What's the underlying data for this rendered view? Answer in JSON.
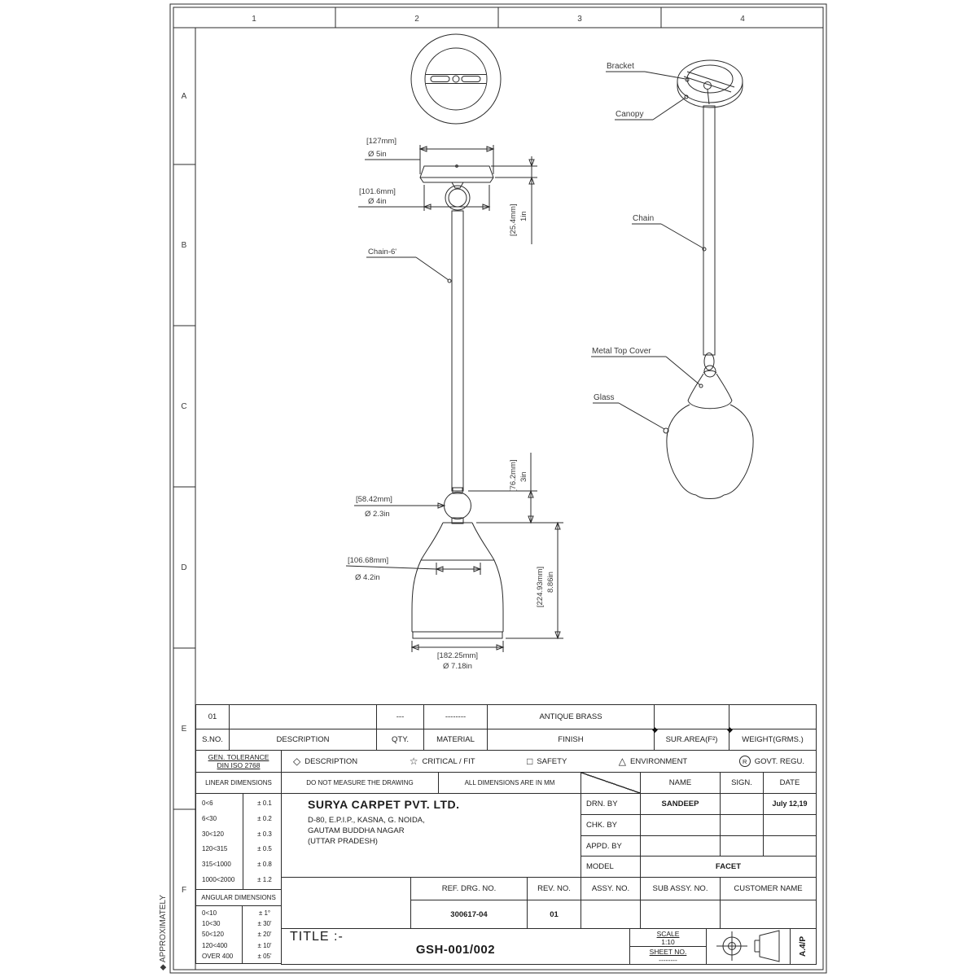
{
  "sheet": {
    "zone_numbers": [
      "1",
      "2",
      "3",
      "4"
    ],
    "zone_letters": [
      "A",
      "B",
      "C",
      "D",
      "E",
      "F"
    ],
    "approx_note": "◆ APPROXIMATELY"
  },
  "views": {
    "front": {
      "dim_canopy_top": {
        "mm": "[127mm]",
        "inch": "Ø 5in"
      },
      "dim_canopy_bottom": {
        "mm": "[101.6mm]",
        "inch": "Ø 4in"
      },
      "dim_canopy_height": {
        "mm": "[25.4mm]",
        "inch": "1in"
      },
      "chain_label": "Chain-6'",
      "dim_ball": {
        "mm": "[58.42mm]",
        "inch": "Ø 2.3in"
      },
      "dim_cover_height": {
        "mm": "[76.2mm]",
        "inch": "3in"
      },
      "dim_joint": {
        "mm": "[106.68mm]",
        "inch": "Ø 4.2in"
      },
      "dim_shade_height": {
        "mm": "[224.93mm]",
        "inch": "8.86in"
      },
      "dim_shade_bottom": {
        "mm": "[182.25mm]",
        "inch": "Ø 7.18in"
      }
    },
    "iso": {
      "bracket": "Bracket",
      "canopy": "Canopy",
      "chain": "Chain",
      "metal_top_cover": "Metal Top Cover",
      "glass": "Glass"
    }
  },
  "parts_table": {
    "headers": {
      "sno": "S.NO.",
      "description": "DESCRIPTION",
      "qty": "QTY.",
      "material": "MATERIAL",
      "finish": "FINISH",
      "sur_area": "SUR.AREA(F²)",
      "weight": "WEIGHT(GRMS.)"
    },
    "marker": "◆",
    "row": {
      "sno": "01",
      "description": "",
      "qty": "---",
      "material": "--------",
      "finish": "ANTIQUE BRASS",
      "sur_area": "",
      "weight": ""
    }
  },
  "tolerance_block": {
    "gen_line1": "GEN. TOLERANCE",
    "gen_line2": "DIN ISO 2768",
    "icons": {
      "description": "◇",
      "critical": "☆",
      "safety": "□",
      "environment": "△"
    },
    "legend": {
      "description": "DESCRIPTION",
      "critical": "CRITICAL / FIT",
      "safety": "SAFETY",
      "environment": "ENVIRONMENT",
      "govt": "GOVT. REGU.",
      "govt_icon": "R"
    },
    "linear_title": "LINEAR DIMENSIONS",
    "no_measure": "DO NOT MEASURE THE DRAWING",
    "all_mm": "ALL DIMENSIONS ARE IN MM",
    "linear": [
      {
        "range": "0<6",
        "tol": "± 0.1"
      },
      {
        "range": "6<30",
        "tol": "± 0.2"
      },
      {
        "range": "30<120",
        "tol": "± 0.3"
      },
      {
        "range": "120<315",
        "tol": "± 0.5"
      },
      {
        "range": "315<1000",
        "tol": "± 0.8"
      },
      {
        "range": "1000<2000",
        "tol": "± 1.2"
      }
    ],
    "angular_title": "ANGULAR DIMENSIONS",
    "angular": [
      {
        "range": "0<10",
        "tol": "± 1°"
      },
      {
        "range": "10<30",
        "tol": "± 30'"
      },
      {
        "range": "50<120",
        "tol": "± 20'"
      },
      {
        "range": "120<400",
        "tol": "± 10'"
      },
      {
        "range": "OVER 400",
        "tol": "± 05'"
      }
    ]
  },
  "company": {
    "name": "SURYA CARPET PVT. LTD.",
    "address1": "D-80, E.P.I.P., KASNA, G. NOIDA,",
    "address2": "GAUTAM BUDDHA NAGAR",
    "address3": "(UTTAR PRADESH)"
  },
  "personnel": {
    "name_header": "NAME",
    "sign_header": "SIGN.",
    "date_header": "DATE",
    "drn_label": "DRN. BY",
    "drn_name": "SANDEEP",
    "drn_date": "July 12,19",
    "chk_label": "CHK. BY",
    "appd_label": "APPD. BY",
    "model_label": "MODEL",
    "model_value": "FACET"
  },
  "ref_block": {
    "ref_header": "REF. DRG. NO.",
    "rev_header": "REV. NO.",
    "assy_header": "ASSY. NO.",
    "sub_assy_header": "SUB ASSY. NO.",
    "customer_header": "CUSTOMER NAME",
    "ref_value": "300617-04",
    "rev_value": "01"
  },
  "title_block": {
    "title_label": "TITLE :-",
    "drawing_number": "GSH-001/002",
    "scale_label": "SCALE",
    "scale_value": "1:10",
    "sheet_label": "SHEET NO.",
    "sheet_value": "--------",
    "paper_size": "A.4/P"
  }
}
